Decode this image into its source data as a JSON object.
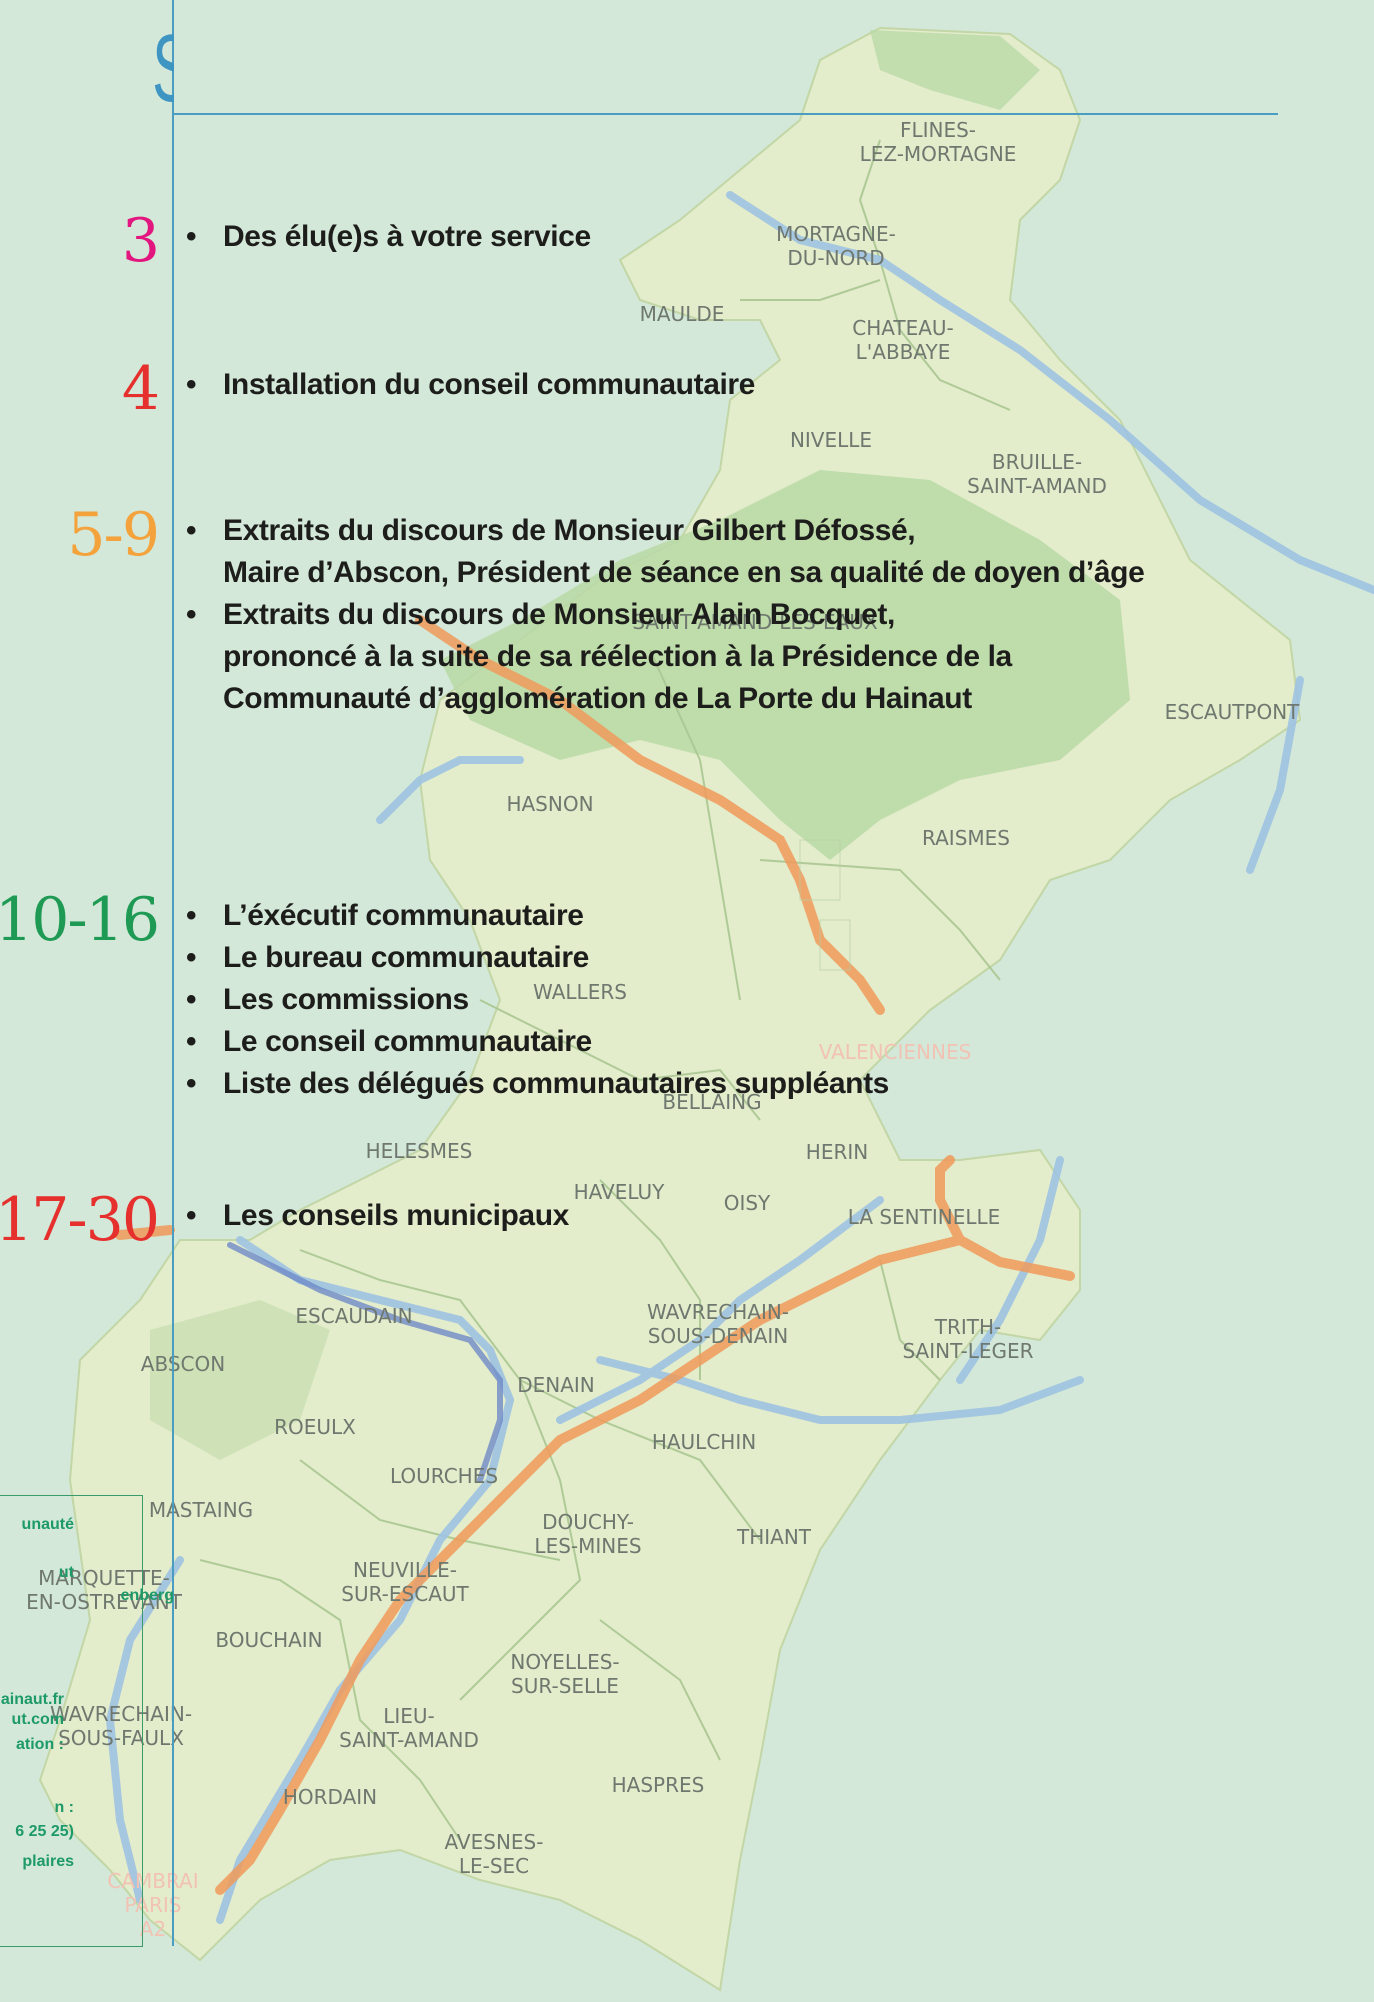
{
  "header": {
    "title": "Sommaire"
  },
  "sections": [
    {
      "pages": "3",
      "color": "#e2167e",
      "items": [
        "Des élu(e)s à votre service"
      ]
    },
    {
      "pages": "4",
      "color": "#e5302e",
      "items": [
        "Installation du conseil communautaire"
      ]
    },
    {
      "pages": "5-9",
      "color": "#f3a23c",
      "items": [
        "Extraits du discours de Monsieur Gilbert Défossé,\nMaire d’Abscon, Président de séance en sa qualité de doyen d’âge",
        "Extraits du discours de Monsieur Alain Bocquet,\nprononcé à la suite de sa réélection à la Présidence de la\nCommunauté d’agglomération de La Porte du Hainaut"
      ]
    },
    {
      "pages": "10-16",
      "color": "#1f9a55",
      "items": [
        "L’éxécutif communautaire",
        "Le bureau communautaire",
        "Les commissions",
        "Le conseil communautaire",
        "Liste des délégués communautaires suppléants"
      ]
    },
    {
      "pages": "17-30",
      "color": "#e5302e",
      "items": [
        "Les conseils municipaux"
      ]
    }
  ],
  "colophon": [
    "unauté",
    "ut",
    "enberg",
    "ainaut.fr",
    "ut.com",
    "ation :",
    "n :",
    "6 25 25)",
    "plaires"
  ],
  "map": {
    "towns": [
      "FLINES-\nLEZ-MORTAGNE",
      "MORTAGNE-\nDU-NORD",
      "MAULDE",
      "CHATEAU-\nL'ABBAYE",
      "NIVELLE",
      "BRUILLE-\nSAINT-AMAND",
      "SAINT-AMAND-LES-EAUX",
      "ESCAUTPONT",
      "HASNON",
      "RAISMES",
      "WALLERS",
      "VALENCIENNES",
      "BELLAING",
      "HELESMES",
      "HERIN",
      "HAVELUY",
      "OISY",
      "LA SENTINELLE",
      "ESCAUDAIN",
      "WAVRECHAIN-\nSOUS-DENAIN",
      "TRITH-\nSAINT-LEGER",
      "ABSCON",
      "DENAIN",
      "ROEULX",
      "HAULCHIN",
      "LOURCHES",
      "MASTAING",
      "DOUCHY-\nLES-MINES",
      "THIANT",
      "MARQUETTE-\nEN-OSTREVANT",
      "NEUVILLE-\nSUR-ESCAUT",
      "BOUCHAIN",
      "NOYELLES-\nSUR-SELLE",
      "LIEU-\nSAINT-AMAND",
      "WAVRECHAIN-\nSOUS-FAULX",
      "HASPRES",
      "HORDAIN",
      "AVESNES-\nLE-SEC",
      "CAMBRAI\nPARIS\nA2"
    ]
  },
  "colors": {
    "rule": "#4a9cc0",
    "map_land": "#e3eccb",
    "forest": "#b9d9a6",
    "river": "#9ec3e2",
    "motorway": "#f09a5a"
  }
}
